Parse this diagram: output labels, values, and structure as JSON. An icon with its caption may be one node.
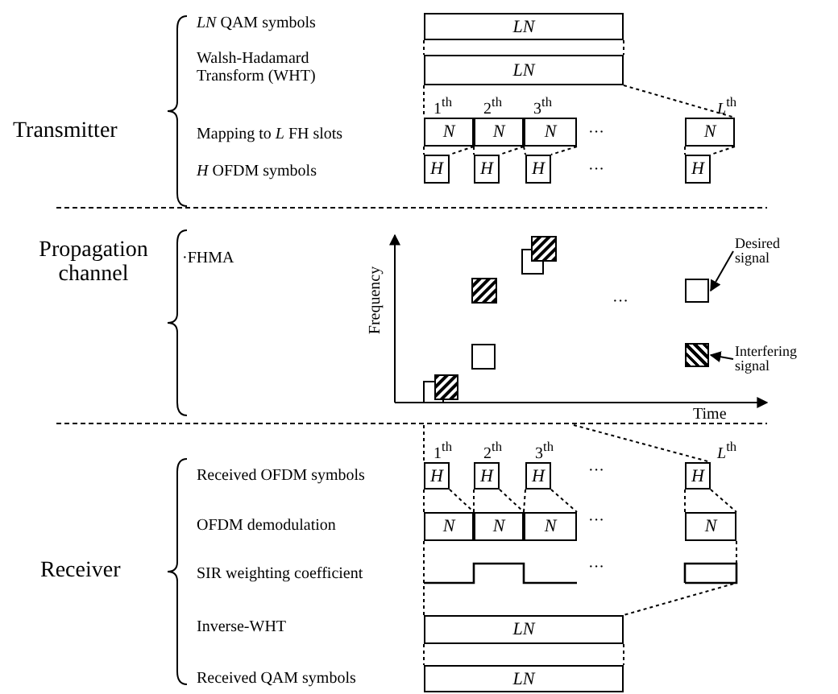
{
  "diagram": {
    "nodes": [
      {
        "text": [
          "LN"
        ]
      },
      {
        "text": [
          "LN"
        ]
      },
      {
        "text": [
          "N"
        ],
        "beside": [
          "1$^{th}$"
        ]
      },
      {
        "text": [
          "N"
        ],
        "beside": [
          "2$^{th}$"
        ]
      },
      {
        "text": [
          "N"
        ],
        "beside": [
          "3$^{th}$"
        ]
      },
      {
        "text": [
          "N"
        ],
        "beside": [
          "*L*$^{th}$"
        ]
      },
      {
        "text": [
          "H"
        ]
      },
      {
        "text": [
          "H"
        ]
      },
      {
        "text": [
          "H"
        ]
      },
      {
        "text": [
          "H"
        ]
      },
      {
        "text": [
          "Desired signal"
        ]
      },
      {
        "text": [],
        "shape": "box"
      },
      {
        "text": [
          "Interfering signal"
        ]
      },
      {
        "text": [],
        "shape": "box"
      },
      {
        "text": [
          "H"
        ],
        "beside": [
          "1$^{th}$"
        ]
      },
      {
        "text": [
          "H"
        ],
        "beside": [
          "2$^{th}$"
        ]
      },
      {
        "text": [
          "H"
        ],
        "beside": [
          "3$^{th}$"
        ]
      },
      {
        "text": [
          "H"
        ],
        "beside": [
          "*L*$^{th}$"
        ]
      },
      {
        "text": [
          "N"
        ]
      },
      {
        "text": [
          "N"
        ]
      },
      {
        "text": [
          "N"
        ]
      },
      {
        "text": [
          "N"
        ]
      },
      {
        "text": [
          "LN"
        ]
      },
      {
        "text": [
          "LN"
        ]
      }
    ],
    "edges": [
      {
        "from": 0,
        "to": 1,
        "arrow": "none",
        "style": "dashed"
      },
      {
        "from": 0,
        "to": 1,
        "arrow": "none",
        "style": "dashed"
      },
      {
        "from": 1,
        "to": 2,
        "arrow": "none",
        "style": "dashed"
      },
      {
        "from": 1,
        "to": 5,
        "arrow": "none",
        "style": "dashed"
      },
      {
        "from": 2,
        "to": 6,
        "arrow": "none",
        "style": "dashed"
      },
      {
        "from": 2,
        "to": 6,
        "arrow": "none",
        "style": "dashed"
      },
      {
        "from": 3,
        "to": 7,
        "arrow": "none",
        "style": "dashed"
      },
      {
        "from": 3,
        "to": 7,
        "arrow": "none",
        "style": "dashed"
      },
      {
        "from": 4,
        "to": 8,
        "arrow": "none",
        "style": "dashed"
      },
      {
        "from": 4,
        "to": 8,
        "arrow": "none",
        "style": "dashed"
      },
      {
        "from": 5,
        "to": 9,
        "arrow": "none",
        "style": "dashed"
      },
      {
        "from": 5,
        "to": 9,
        "arrow": "none",
        "style": "dashed"
      },
      {
        "from": 10,
        "to": 11,
        "arrow": "to"
      },
      {
        "from": 12,
        "to": 13,
        "arrow": "to"
      },
      {
        "from": 14,
        "to": 18,
        "arrow": "none",
        "style": "dashed"
      },
      {
        "from": 14,
        "to": 18,
        "arrow": "none",
        "style": "dashed"
      },
      {
        "from": 15,
        "to": 19,
        "arrow": "none",
        "style": "dashed"
      },
      {
        "from": 15,
        "to": 19,
        "arrow": "none",
        "style": "dashed"
      },
      {
        "from": 16,
        "to": 20,
        "arrow": "none",
        "style": "dashed"
      },
      {
        "from": 16,
        "to": 20,
        "arrow": "none",
        "style": "dashed"
      },
      {
        "from": 17,
        "to": 21,
        "arrow": "none",
        "style": "dashed"
      },
      {
        "from": 17,
        "to": 21,
        "arrow": "none",
        "style": "dashed"
      },
      {
        "from": 18,
        "to": 22,
        "arrow": "none",
        "style": "dashed"
      },
      {
        "from": 21,
        "to": 22,
        "arrow": "none",
        "style": "dashed"
      },
      {
        "from": 22,
        "to": 23,
        "arrow": "none",
        "style": "dashed"
      },
      {
        "from": 22,
        "to": 23,
        "arrow": "none",
        "style": "dashed"
      },
      {
        "from": null,
        "to": 14,
        "arrow": "none",
        "style": "dashed"
      },
      {
        "from": null,
        "to": 17,
        "arrow": "none",
        "style": "dashed"
      }
    ],
    "labels": [
      "Transmitter",
      "*LN* QAM symbols",
      "Walsh-Hadamard Transform (WHT)",
      "Mapping to *L* FH slots",
      "···",
      "*H* OFDM symbols",
      "···",
      "Propagation channel",
      "·FHMA",
      "Frequency",
      "···",
      "Time",
      "Received OFDM symbols",
      "···",
      "Receiver",
      "OFDM demodulation",
      "···",
      "SIR weighting coefficient",
      "···",
      "Inverse-WHT",
      "Received QAM symbols"
    ]
  }
}
